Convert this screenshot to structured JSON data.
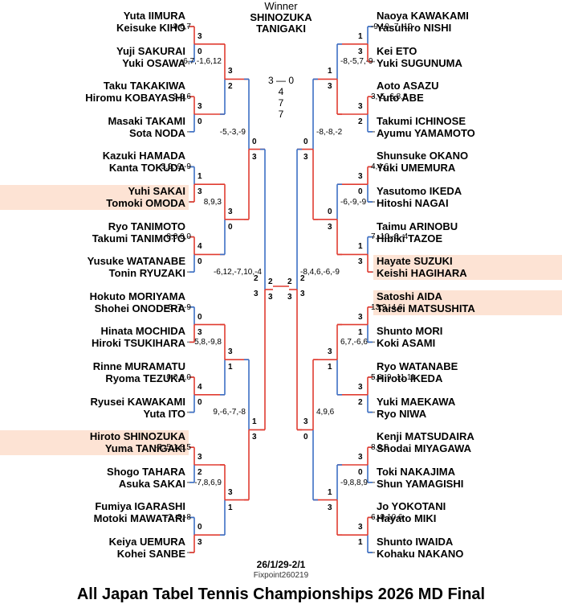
{
  "title": "All Japan Tabel Tennis Championships 2026 MD Final",
  "winner": {
    "label": "Winner",
    "team": [
      "SHINOZUKA",
      "TANIGAKI"
    ]
  },
  "final_result": {
    "score": "3 — 0",
    "games": [
      "4",
      "7",
      "7"
    ]
  },
  "date": "26/1/29-2/1",
  "source_credit": "Fixpoint260219",
  "colors": {
    "win": "#e03c31",
    "lose": "#3c6fc4",
    "highlight": "#fde3d4"
  },
  "left_pairs": [
    {
      "players": [
        "Yuta IIMURA",
        "Keisuke KIHO"
      ]
    },
    {
      "players": [
        "Yuji SAKURAI",
        "Yuki OSAWA"
      ]
    },
    {
      "players": [
        "Taku TAKAKIWA",
        "Hiromu KOBAYASHI"
      ]
    },
    {
      "players": [
        "Masaki TAKAMI",
        "Sota NODA"
      ]
    },
    {
      "players": [
        "Kazuki HAMADA",
        "Kanta TOKUDA"
      ]
    },
    {
      "players": [
        "Yuhi SAKAI",
        "Tomoki OMODA"
      ],
      "highlight": true
    },
    {
      "players": [
        "Ryo TANIMOTO",
        "Takumi TANIMOTO"
      ]
    },
    {
      "players": [
        "Yusuke WATANABE",
        "Tonin RYUZAKI"
      ]
    },
    {
      "players": [
        "Hokuto MORIYAMA",
        "Shohei ONODERA"
      ]
    },
    {
      "players": [
        "Hinata MOCHIDA",
        "Hiroki TSUKIHARA"
      ]
    },
    {
      "players": [
        "Rinne MURAMATU",
        "Ryoma TEZUKA"
      ]
    },
    {
      "players": [
        "Ryusei KAWAKAMI",
        "Yuta ITO"
      ]
    },
    {
      "players": [
        "Hiroto SHINOZUKA",
        "Yuma TANIGAKI"
      ],
      "highlight": true
    },
    {
      "players": [
        "Shogo TAHARA",
        "Asuka SAKAI"
      ]
    },
    {
      "players": [
        "Fumiya IGARASHI",
        "Motoki MAWATARI"
      ]
    },
    {
      "players": [
        "Keiya UEMURA",
        "Kohei SANBE"
      ]
    }
  ],
  "right_pairs": [
    {
      "players": [
        "Naoya KAWAKAMI",
        "Yasuhiro NISHI"
      ]
    },
    {
      "players": [
        "Kei ETO",
        "Yuki SUGUNUMA"
      ]
    },
    {
      "players": [
        "Aoto ASAZU",
        "Yuto ABE"
      ]
    },
    {
      "players": [
        "Takumi ICHINOSE",
        "Ayumu YAMAMOTO"
      ]
    },
    {
      "players": [
        "Shunsuke OKANO",
        "Yuki UMEMURA"
      ]
    },
    {
      "players": [
        "Yasutomo IKEDA",
        "Hitoshi NAGAI"
      ]
    },
    {
      "players": [
        "Taimu ARINOBU",
        "Hibiki TAZOE"
      ]
    },
    {
      "players": [
        "Hayate SUZUKI",
        "Keishi HAGIHARA"
      ],
      "highlight": true
    },
    {
      "players": [
        "Satoshi AIDA",
        "Taisei MATSUSHITA"
      ],
      "highlight": true
    },
    {
      "players": [
        "Shunto MORI",
        "Koki ASAMI"
      ]
    },
    {
      "players": [
        "Ryo WATANABE",
        "Hiroto IKEDA"
      ]
    },
    {
      "players": [
        "Yuki MAEKAWA",
        "Ryo NIWA"
      ]
    },
    {
      "players": [
        "Kenji MATSUDAIRA",
        "Shodai MIYAGAWA"
      ]
    },
    {
      "players": [
        "Toki NAKAJIMA",
        "Shun YAMAGISHI"
      ]
    },
    {
      "players": [
        "Jo YOKOTANI",
        "Hayato MIKI"
      ]
    },
    {
      "players": [
        "Shunto IWAIDA",
        "Kohaku NAKANO"
      ]
    }
  ],
  "left_rounds": [
    [
      {
        "marks": [
          "3",
          "0"
        ],
        "winner": 0,
        "score": "9,6,7"
      },
      {
        "marks": [
          "3",
          "0"
        ],
        "winner": 0,
        "score": "9,9,6"
      },
      {
        "marks": [
          "1",
          "3"
        ],
        "winner": 1,
        "score": "-5,9,-9,-9"
      },
      {
        "marks": [
          "4",
          "0"
        ],
        "winner": 0,
        "score": "0,0,0,0"
      },
      {
        "marks": [
          "0",
          "3"
        ],
        "winner": 1,
        "score": "-6,-7,-9"
      },
      {
        "marks": [
          "4",
          "0"
        ],
        "winner": 0,
        "score": "0,0,0,0"
      },
      {
        "marks": [
          "3",
          "2"
        ],
        "winner": 0,
        "score": "-7,-5,1,8,5"
      },
      {
        "marks": [
          "0",
          "3"
        ],
        "winner": 1,
        "score": "-2,-8,-8"
      }
    ],
    [
      {
        "marks": [
          "3",
          "2"
        ],
        "winner": 0,
        "score": "-6,7,-1,6,12"
      },
      {
        "marks": [
          "3",
          "0"
        ],
        "winner": 0,
        "score": "8,9,3"
      },
      {
        "marks": [
          "3",
          "1"
        ],
        "winner": 0,
        "score": "5,8,-9,8"
      },
      {
        "marks": [
          "3",
          "1"
        ],
        "winner": 0,
        "score": "-7,8,6,9"
      }
    ],
    [
      {
        "marks": [
          "0",
          "3"
        ],
        "winner": 1,
        "score": "-5,-3,-9"
      },
      {
        "marks": [
          "1",
          "3"
        ],
        "winner": 1,
        "score": "9,-6,-7,-8"
      }
    ],
    [
      {
        "marks": [
          "2",
          "3"
        ],
        "winner": 1,
        "score": "-6,12,-7,10,-4"
      }
    ]
  ],
  "right_rounds": [
    [
      {
        "marks": [
          "1",
          "3"
        ],
        "winner": 1,
        "score": "-9,10,-7,-10"
      },
      {
        "marks": [
          "3",
          "2"
        ],
        "winner": 0,
        "score": "3,-5,-6,8,8"
      },
      {
        "marks": [
          "3",
          "0"
        ],
        "winner": 0,
        "score": "4,4,6"
      },
      {
        "marks": [
          "1",
          "3"
        ],
        "winner": 1,
        "score": "7,-10,-6,-4"
      },
      {
        "marks": [
          "3",
          "1"
        ],
        "winner": 0,
        "score": "13,9,-4,6"
      },
      {
        "marks": [
          "3",
          "2"
        ],
        "winner": 0,
        "score": "5,8,-9,-11,11"
      },
      {
        "marks": [
          "3",
          "0"
        ],
        "winner": 0,
        "score": "8,9,8"
      },
      {
        "marks": [
          "3",
          "1"
        ],
        "winner": 0,
        "score": "6,-9,10,6"
      }
    ],
    [
      {
        "marks": [
          "1",
          "3"
        ],
        "winner": 1,
        "score": "-8,-5,7,-9"
      },
      {
        "marks": [
          "0",
          "3"
        ],
        "winner": 1,
        "score": "-6,-9,-9"
      },
      {
        "marks": [
          "3",
          "1"
        ],
        "winner": 0,
        "score": "6,7,-6,6"
      },
      {
        "marks": [
          "1",
          "3"
        ],
        "winner": 1,
        "score": "-9,8,8,9"
      }
    ],
    [
      {
        "marks": [
          "0",
          "3"
        ],
        "winner": 1,
        "score": "-8,-8,-2"
      },
      {
        "marks": [
          "3",
          "0"
        ],
        "winner": 0,
        "score": "4,9,6"
      }
    ],
    [
      {
        "marks": [
          "2",
          "3"
        ],
        "winner": 1,
        "score": "-8,4,6,-6,-9"
      }
    ]
  ],
  "final_marks": {
    "left": [
      "2",
      "3"
    ],
    "right": [
      "2",
      "3"
    ]
  }
}
